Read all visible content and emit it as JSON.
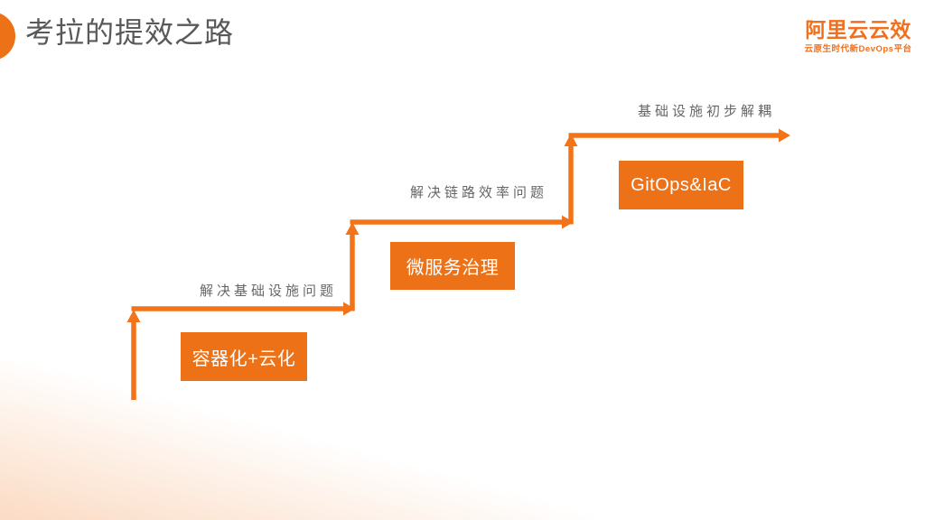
{
  "slide": {
    "title": "考拉的提效之路"
  },
  "logo": {
    "name": "阿里云云效",
    "tagline": "云原生时代新DevOps平台"
  },
  "diagram": {
    "type": "staircase-steps",
    "description": "three ascending steps drawn with orange right-angle arrows",
    "steps": [
      {
        "annotation": "解决基础设施问题",
        "box_label": "容器化+云化"
      },
      {
        "annotation": "解决链路效率问题",
        "box_label": "微服务治理"
      },
      {
        "annotation": "基础设施初步解耦",
        "box_label": "GitOps&IaC"
      }
    ]
  },
  "colors": {
    "accent_orange": "#ED7117",
    "arrow_orange": "#F2731A",
    "logo_orange": "#F1701E",
    "title_gray": "#595959",
    "label_gray": "#666666"
  }
}
